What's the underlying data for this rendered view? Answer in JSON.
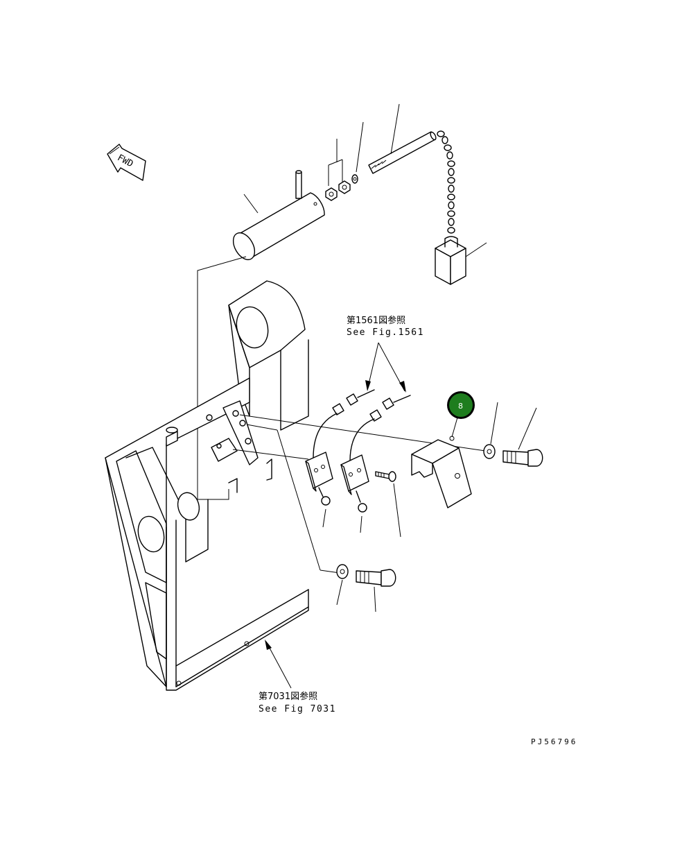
{
  "fwd_label": "FWD",
  "ref_top": {
    "jp": "第1561図参照",
    "en": "See Fig.1561"
  },
  "ref_bottom": {
    "jp": "第7031図参照",
    "en": "See Fig 7031"
  },
  "badge": {
    "number": "8",
    "color": "#1e7d1e"
  },
  "drawing_id": "PJ56796"
}
